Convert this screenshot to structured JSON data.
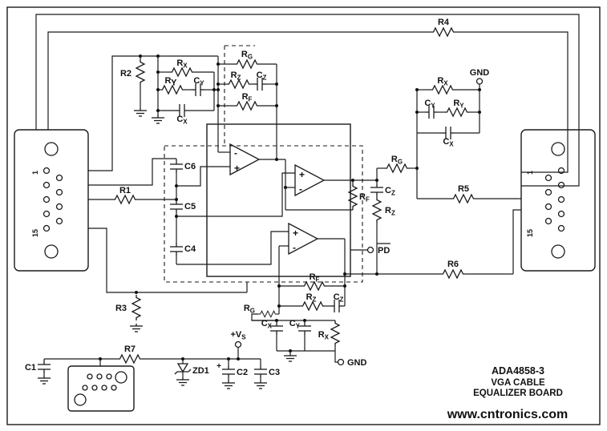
{
  "connectors": {
    "left": {
      "pin_top": "1",
      "pin_bottom": "15"
    },
    "right": {
      "pin_top": "1",
      "pin_bottom": "15"
    }
  },
  "labels": {
    "r1": "R1",
    "r2": "R2",
    "r3": "R3",
    "r4": "R4",
    "r5": "R5",
    "r6": "R6",
    "r7": "R7",
    "c1": "C1",
    "c2": "C2",
    "c3": "C3",
    "c4": "C4",
    "c5": "C5",
    "c6": "C6",
    "zd1": "ZD1",
    "gnd": "GND",
    "pd": "PD",
    "plus": "+",
    "minus": "-",
    "rx": {
      "base": "R",
      "sub": "X"
    },
    "ry": {
      "base": "R",
      "sub": "Y"
    },
    "rz": {
      "base": "R",
      "sub": "Z"
    },
    "rf": {
      "base": "R",
      "sub": "F"
    },
    "rg": {
      "base": "R",
      "sub": "G"
    },
    "cx": {
      "base": "C",
      "sub": "X"
    },
    "cy": {
      "base": "C",
      "sub": "Y"
    },
    "cz": {
      "base": "C",
      "sub": "Z"
    },
    "vs": {
      "base": "+V",
      "sub": "S"
    }
  },
  "title": {
    "line1": "ADA4858-3",
    "line2": "VGA CABLE",
    "line3": "EQUALIZER BOARD"
  },
  "watermark": "www.cntronics.com",
  "colors": {
    "watermark": "#a6d7a6"
  }
}
